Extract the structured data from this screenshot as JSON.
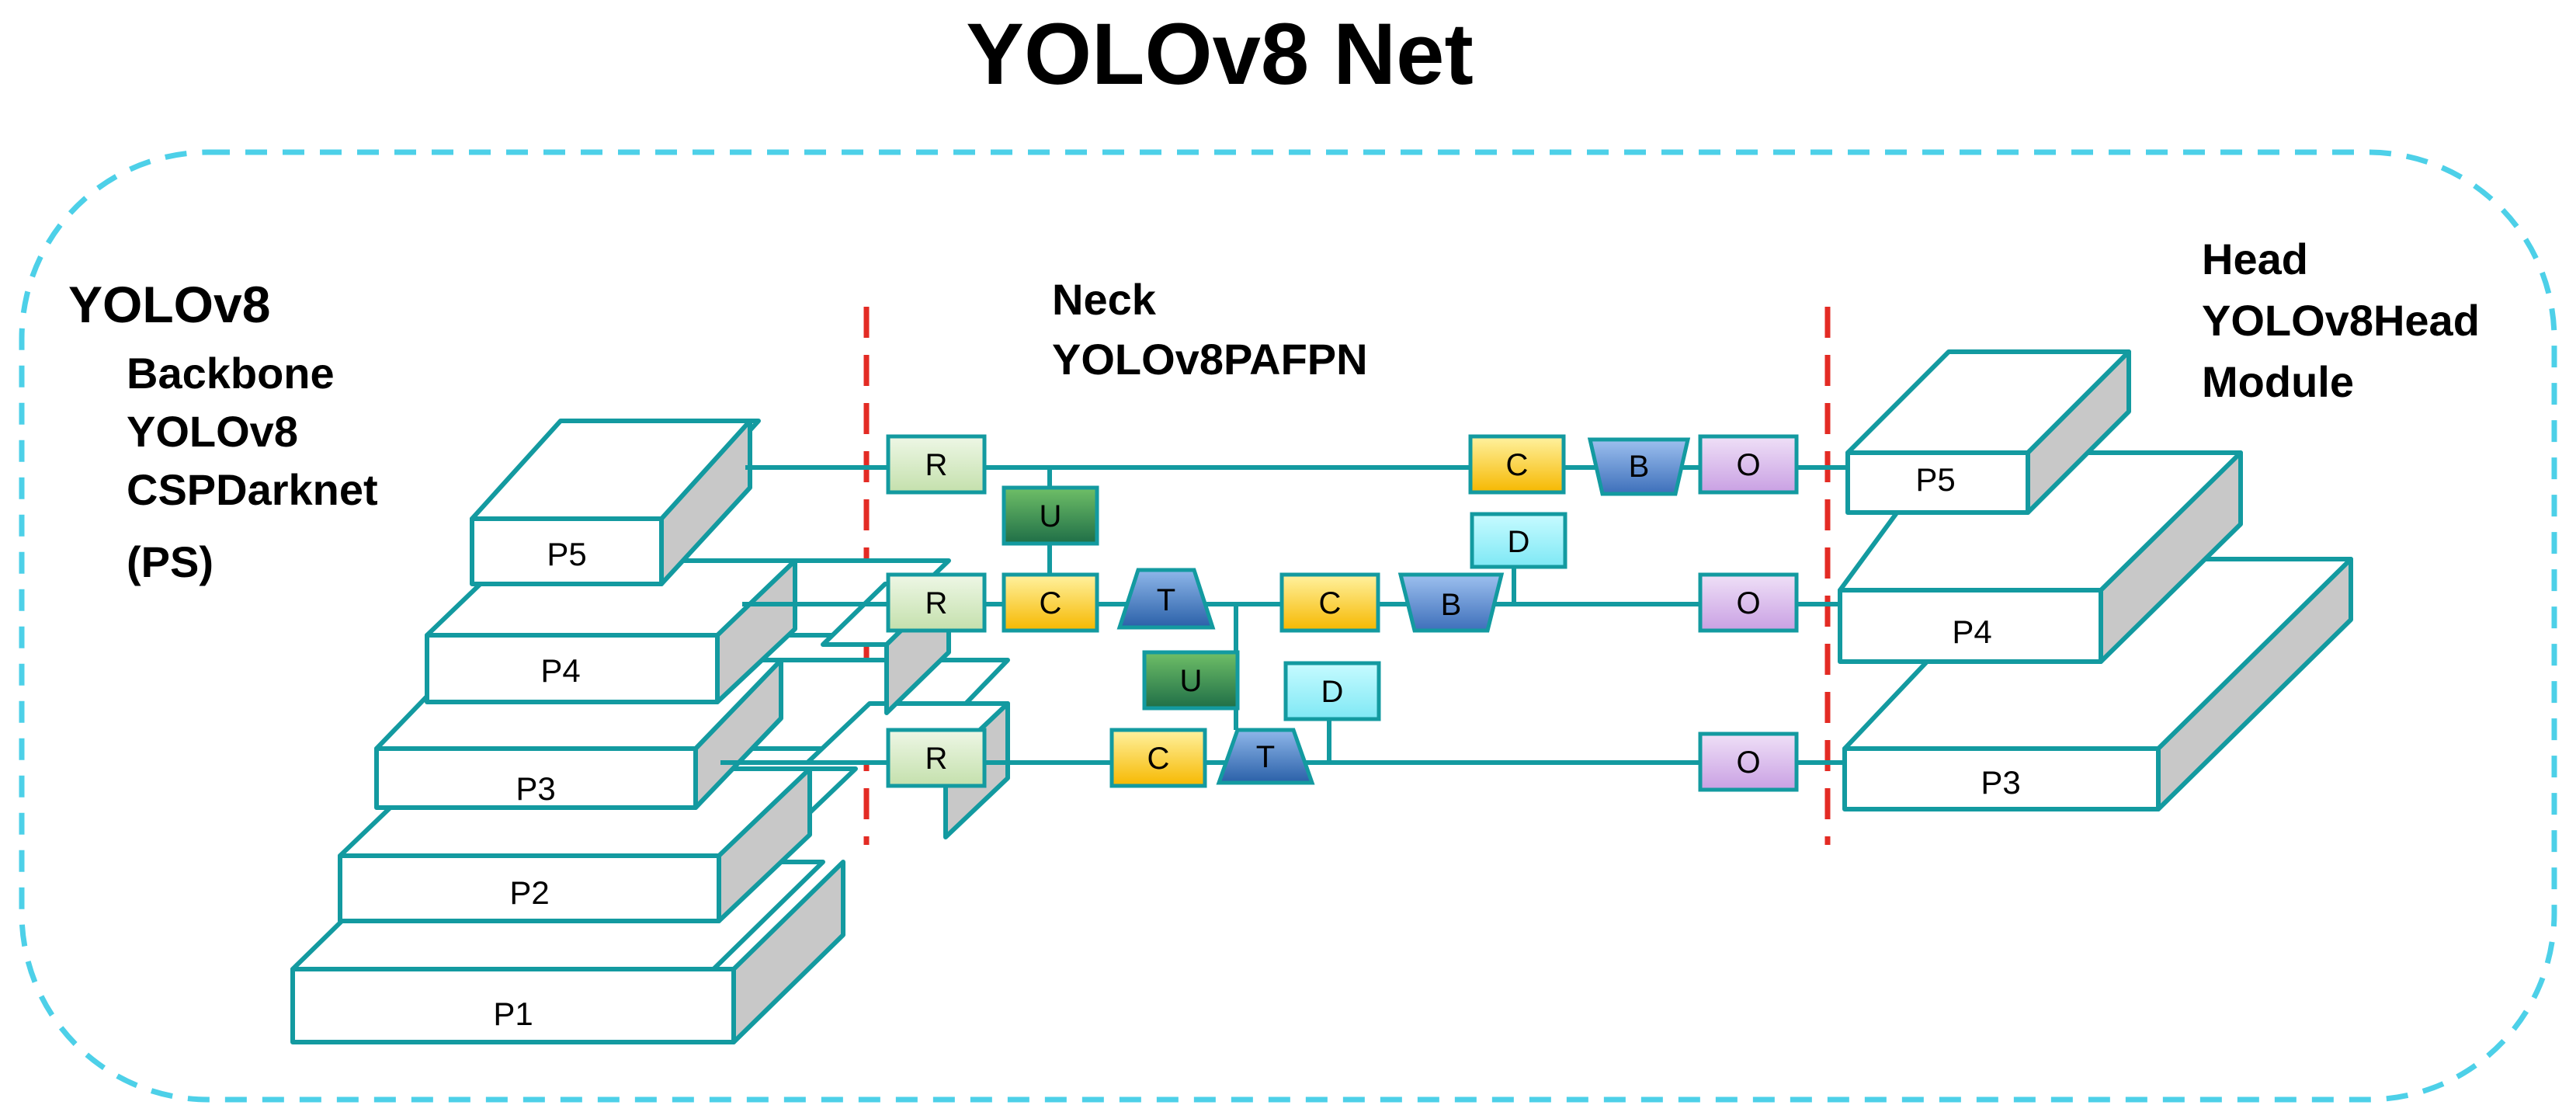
{
  "title": "YOLOv8 Net",
  "backbone": {
    "lines": [
      "YOLOv8",
      "Backbone",
      "YOLOv8",
      "CSPDarknet",
      "(PS)"
    ],
    "levels": [
      "P5",
      "P4",
      "P3",
      "P2",
      "P1"
    ]
  },
  "neck": {
    "lines": [
      "Neck",
      "YOLOv8PAFPN"
    ]
  },
  "head": {
    "lines": [
      "Head",
      "YOLOv8Head",
      "Module"
    ],
    "levels": [
      "P5",
      "P4",
      "P3"
    ]
  },
  "modules": {
    "R": "R",
    "U": "U",
    "C": "C",
    "T": "T",
    "B": "B",
    "D": "D",
    "O": "O"
  },
  "colors": {
    "outline": "#139aa0",
    "dashed_border": "#4dd0e8",
    "separator": "#e32b24",
    "R": "#d6ebc4",
    "U": "#2f8a4a",
    "C": "#ffd21a",
    "T": "#2f6fb3",
    "B": "#4f7fc4",
    "D": "#8ef2fb",
    "O": "#d7b1ea",
    "box_side": "#c8c8c8"
  }
}
